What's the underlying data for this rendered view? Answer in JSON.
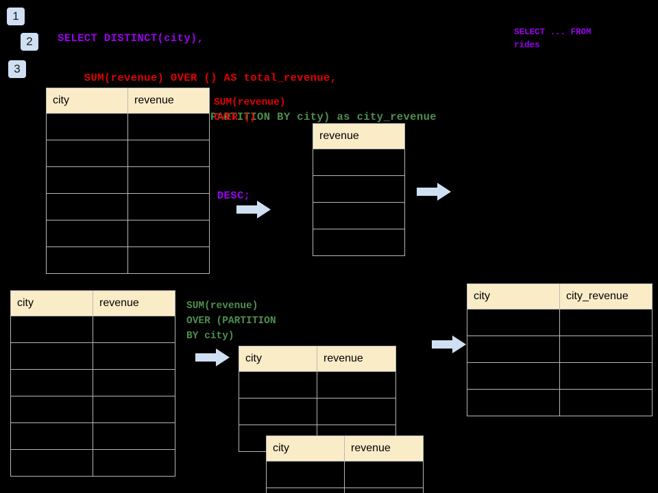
{
  "page": {
    "background_color": "#000000",
    "accent_badge_color": "#cfe0f2",
    "header_cell_color": "#fbecc8",
    "grid_line_color": "#b9b9b9",
    "arrow_color": "#cfe0f2"
  },
  "badges": [
    {
      "label": "1"
    },
    {
      "label": "2"
    },
    {
      "label": "3"
    }
  ],
  "sql": {
    "color_keyword": "#9b00ef",
    "color_total": "#e00000",
    "color_partition": "#4f8f4f",
    "lines": [
      {
        "text": "SELECT DISTINCT(city),",
        "color_key": "keyword"
      },
      {
        "text": "    SUM(revenue) OVER () AS total_revenue,",
        "color_key": "total"
      },
      {
        "text": "    SUM(revenue) OVER (PARTITION BY city) as city_revenue",
        "color_key": "partition"
      },
      {
        "text": "  FROM rides",
        "color_key": "keyword"
      },
      {
        "text": "  ORDER by city_revenue DESC;",
        "color_key": "keyword"
      }
    ]
  },
  "annotations": {
    "source_note": "SELECT ... FROM\nrides",
    "total_revenue_callout": "SUM(revenue)\nOVER ()",
    "city_revenue_callout": "SUM(revenue)\nOVER (PARTITION\nBY city)"
  },
  "tables": {
    "rides_top": {
      "name": "rides-source-table-top",
      "headers": [
        "city",
        "revenue"
      ],
      "row_count": 6,
      "rows": [
        [
          "",
          ""
        ],
        [
          "",
          ""
        ],
        [
          "",
          ""
        ],
        [
          "",
          ""
        ],
        [
          "",
          ""
        ],
        [
          "",
          ""
        ]
      ]
    },
    "total_revenue": {
      "name": "total-revenue-table",
      "headers": [
        "revenue"
      ],
      "row_count": 4,
      "rows": [
        [
          ""
        ],
        [
          ""
        ],
        [
          ""
        ],
        [
          ""
        ]
      ]
    },
    "rides_bottom": {
      "name": "rides-source-table-bottom",
      "headers": [
        "city",
        "revenue"
      ],
      "row_count": 6,
      "rows": [
        [
          "",
          ""
        ],
        [
          "",
          ""
        ],
        [
          "",
          ""
        ],
        [
          "",
          ""
        ],
        [
          "",
          ""
        ],
        [
          "",
          ""
        ]
      ]
    },
    "partition_back": {
      "name": "partition-group-table-back",
      "headers": [
        "city",
        "revenue"
      ],
      "row_count": 3,
      "rows": [
        [
          "",
          ""
        ],
        [
          "",
          ""
        ],
        [
          "",
          ""
        ]
      ]
    },
    "partition_front": {
      "name": "partition-group-table-front",
      "headers": [
        "city",
        "revenue"
      ],
      "row_count": 2,
      "rows": [
        [
          "",
          ""
        ],
        [
          "",
          ""
        ]
      ]
    },
    "result": {
      "name": "result-table",
      "headers": [
        "city",
        "city_revenue"
      ],
      "row_count": 4,
      "rows": [
        [
          "",
          ""
        ],
        [
          "",
          ""
        ],
        [
          "",
          ""
        ],
        [
          "",
          ""
        ]
      ]
    }
  },
  "arrows": [
    {
      "name": "arrow-rides-to-total-revenue"
    },
    {
      "name": "arrow-total-revenue-to-result"
    },
    {
      "name": "arrow-rides-to-partition"
    },
    {
      "name": "arrow-partition-to-result"
    }
  ]
}
